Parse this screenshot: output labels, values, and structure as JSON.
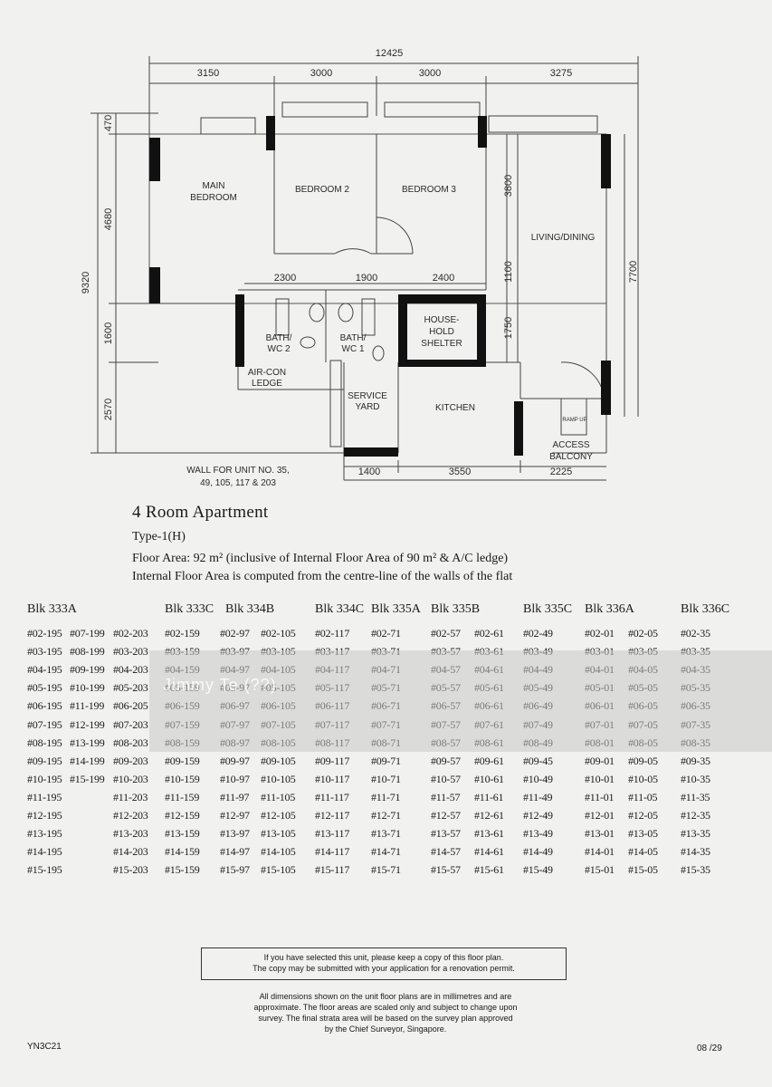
{
  "plan": {
    "dims_top": {
      "total": "12425",
      "segments": [
        "3150",
        "3000",
        "3000",
        "3275"
      ]
    },
    "dims_left": {
      "total": "9320",
      "segments": [
        "470",
        "4680",
        "1600",
        "2570"
      ]
    },
    "dims_inner": {
      "a": "2300",
      "b": "1900",
      "c": "2400",
      "d": "3800",
      "e": "1100",
      "f": "1750",
      "g": "7700"
    },
    "dims_bottom": [
      "1400",
      "3550",
      "2225"
    ],
    "rooms": {
      "main_bedroom_1": "MAIN",
      "main_bedroom_2": "BEDROOM",
      "bedroom2": "BEDROOM 2",
      "bedroom3": "BEDROOM 3",
      "living": "LIVING/DINING",
      "shelter_1": "HOUSE-",
      "shelter_2": "HOLD",
      "shelter_3": "SHELTER",
      "bath2_1": "BATH/",
      "bath2_2": "WC 2",
      "bath1_1": "BATH/",
      "bath1_2": "WC 1",
      "aircon_1": "AIR-CON",
      "aircon_2": "LEDGE",
      "service_1": "SERVICE",
      "service_2": "YARD",
      "kitchen": "KITCHEN",
      "balcony_1": "ACCESS",
      "balcony_2": "BALCONY",
      "ramp": "RAMP UP"
    },
    "wall_note_1": "WALL FOR UNIT NO. 35,",
    "wall_note_2": "49, 105, 117 & 203"
  },
  "heading": {
    "title": "4 Room Apartment",
    "type": "Type-1(H)",
    "floor_area": "Floor Area: 92 m² (inclusive of Internal Floor Area of 90 m² & A/C ledge)",
    "internal_note": "Internal Floor Area is computed from the centre-line of the walls of the flat"
  },
  "table": {
    "headers": [
      "Blk 333A",
      "Blk 333C",
      "Blk 334B",
      "Blk 334C",
      "Blk 335A",
      "Blk 335B",
      "Blk 335C",
      "Blk 336A",
      "Blk 336C"
    ],
    "rows": [
      [
        "#02-195",
        "#07-199",
        "#02-203",
        "#02-159",
        "#02-97",
        "#02-105",
        "#02-117",
        "#02-71",
        "#02-57",
        "#02-61",
        "#02-49",
        "#02-01",
        "#02-05",
        "#02-35"
      ],
      [
        "#03-195",
        "#08-199",
        "#03-203",
        "#03-159",
        "#03-97",
        "#03-105",
        "#03-117",
        "#03-71",
        "#03-57",
        "#03-61",
        "#03-49",
        "#03-01",
        "#03-05",
        "#03-35"
      ],
      [
        "#04-195",
        "#09-199",
        "#04-203",
        "#04-159",
        "#04-97",
        "#04-105",
        "#04-117",
        "#04-71",
        "#04-57",
        "#04-61",
        "#04-49",
        "#04-01",
        "#04-05",
        "#04-35"
      ],
      [
        "#05-195",
        "#10-199",
        "#05-203",
        "#05-159",
        "#05-97",
        "#05-105",
        "#05-117",
        "#05-71",
        "#05-57",
        "#05-61",
        "#05-49",
        "#05-01",
        "#05-05",
        "#05-35"
      ],
      [
        "#06-195",
        "#11-199",
        "#06-205",
        "#06-159",
        "#06-97",
        "#06-105",
        "#06-117",
        "#06-71",
        "#06-57",
        "#06-61",
        "#06-49",
        "#06-01",
        "#06-05",
        "#06-35"
      ],
      [
        "#07-195",
        "#12-199",
        "#07-203",
        "#07-159",
        "#07-97",
        "#07-105",
        "#07-117",
        "#07-71",
        "#07-57",
        "#07-61",
        "#07-49",
        "#07-01",
        "#07-05",
        "#07-35"
      ],
      [
        "#08-195",
        "#13-199",
        "#08-203",
        "#08-159",
        "#08-97",
        "#08-105",
        "#08-117",
        "#08-71",
        "#08-57",
        "#08-61",
        "#08-49",
        "#08-01",
        "#08-05",
        "#08-35"
      ],
      [
        "#09-195",
        "#14-199",
        "#09-203",
        "#09-159",
        "#09-97",
        "#09-105",
        "#09-117",
        "#09-71",
        "#09-57",
        "#09-61",
        "#09-45",
        "#09-01",
        "#09-05",
        "#09-35"
      ],
      [
        "#10-195",
        "#15-199",
        "#10-203",
        "#10-159",
        "#10-97",
        "#10-105",
        "#10-117",
        "#10-71",
        "#10-57",
        "#10-61",
        "#10-49",
        "#10-01",
        "#10-05",
        "#10-35"
      ],
      [
        "#11-195",
        "",
        "#11-203",
        "#11-159",
        "#11-97",
        "#11-105",
        "#11-117",
        "#11-71",
        "#11-57",
        "#11-61",
        "#11-49",
        "#11-01",
        "#11-05",
        "#11-35"
      ],
      [
        "#12-195",
        "",
        "#12-203",
        "#12-159",
        "#12-97",
        "#12-105",
        "#12-117",
        "#12-71",
        "#12-57",
        "#12-61",
        "#12-49",
        "#12-01",
        "#12-05",
        "#12-35"
      ],
      [
        "#13-195",
        "",
        "#13-203",
        "#13-159",
        "#13-97",
        "#13-105",
        "#13-117",
        "#13-71",
        "#13-57",
        "#13-61",
        "#13-49",
        "#13-01",
        "#13-05",
        "#13-35"
      ],
      [
        "#14-195",
        "",
        "#14-203",
        "#14-159",
        "#14-97",
        "#14-105",
        "#14-117",
        "#14-71",
        "#14-57",
        "#14-61",
        "#14-49",
        "#14-01",
        "#14-05",
        "#14-35"
      ],
      [
        "#15-195",
        "",
        "#15-203",
        "#15-159",
        "#15-97",
        "#15-105",
        "#15-117",
        "#15-71",
        "#15-57",
        "#15-61",
        "#15-49",
        "#15-01",
        "#15-05",
        "#15-35"
      ]
    ]
  },
  "watermark": "Jimmy Te (??)",
  "notes": {
    "box_line1": "If you have selected this unit, please keep a copy of this floor plan.",
    "box_line2": "The copy may be submitted with your application for a renovation permit.",
    "disc1": "All dimensions shown on the unit floor plans are in millimetres and are",
    "disc2": "approximate. The floor areas are scaled only and subject to change upon",
    "disc3": "survey. The final strata area will be based on the survey plan approved",
    "disc4": "by the Chief Surveyor, Singapore."
  },
  "footer": {
    "code": "YN3C21",
    "page": "08 /29"
  }
}
